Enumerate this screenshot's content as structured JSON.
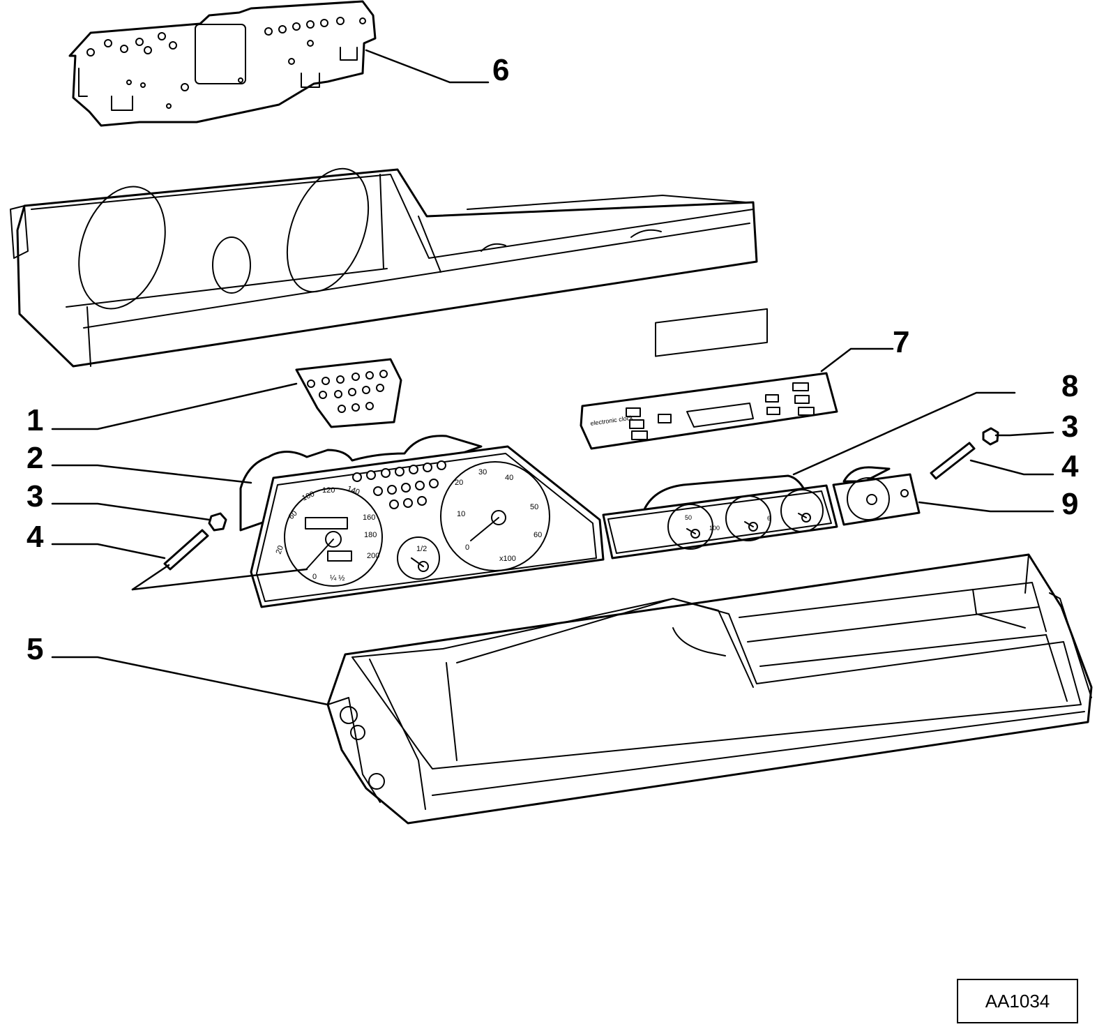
{
  "drawing": {
    "reference": "AA1034",
    "callouts": [
      {
        "id": "c6",
        "label": "6"
      },
      {
        "id": "c7",
        "label": "7"
      },
      {
        "id": "c1",
        "label": "1"
      },
      {
        "id": "c8",
        "label": "8"
      },
      {
        "id": "c3r",
        "label": "3"
      },
      {
        "id": "c2",
        "label": "2"
      },
      {
        "id": "c4r",
        "label": "4"
      },
      {
        "id": "c3l",
        "label": "3"
      },
      {
        "id": "c9",
        "label": "9"
      },
      {
        "id": "c4l",
        "label": "4"
      },
      {
        "id": "c5",
        "label": "5"
      }
    ],
    "gauge_text": {
      "tacho_multiplier": "x100",
      "clock_panel": "electronic clock"
    }
  }
}
